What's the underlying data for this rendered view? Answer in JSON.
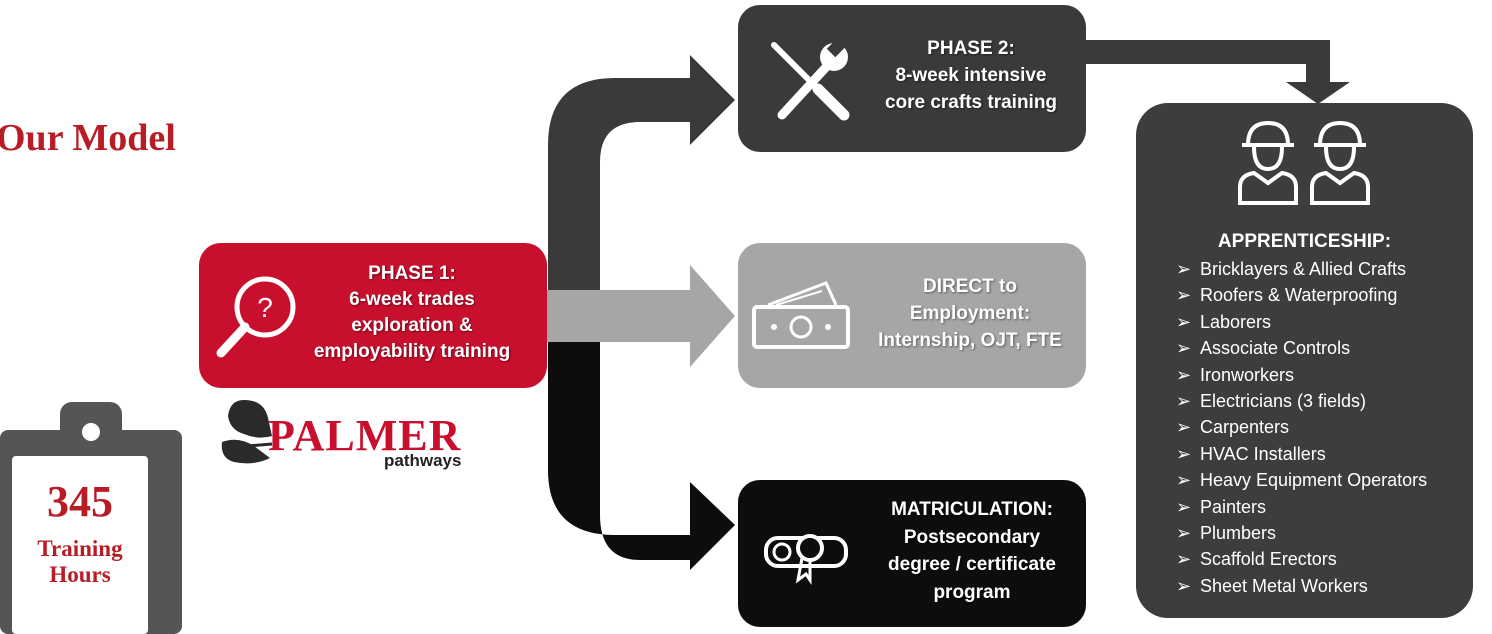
{
  "page": {
    "title": "Our Model"
  },
  "hours": {
    "value": "345",
    "label_line1": "Training",
    "label_line2": "Hours"
  },
  "phase1": {
    "line1": "PHASE 1:",
    "line2": "6-week trades",
    "line3": "exploration &",
    "line4": "employability training",
    "icon": "magnifier-question-icon"
  },
  "phase2": {
    "line1": "PHASE 2:",
    "line2": "8-week intensive",
    "line3": "core crafts training",
    "icon": "tools-icon"
  },
  "direct": {
    "line1": "DIRECT to",
    "line2": "Employment:",
    "line3": "Internship, OJT, FTE",
    "icon": "money-icon"
  },
  "matriculation": {
    "line1": "MATRICULATION:",
    "line2": "Postsecondary",
    "line3": "degree / certificate",
    "line4": "program",
    "icon": "diploma-icon"
  },
  "apprenticeship": {
    "title": "APPRENTICESHIP:",
    "icon": "workers-icon",
    "bullet": "➢",
    "items": [
      "Bricklayers & Allied Crafts",
      "Roofers & Waterproofing",
      "Laborers",
      "Associate Controls",
      "Ironworkers",
      "Electricians (3 fields)",
      "Carpenters",
      "HVAC Installers",
      "Heavy Equipment Operators",
      "Painters",
      "Plumbers",
      "Scaffold Erectors",
      "Sheet Metal Workers"
    ]
  },
  "logo": {
    "name": "PALMER",
    "sub": "pathways",
    "icon": "welder-icon"
  },
  "colors": {
    "red": "#c8102e",
    "dark": "#3a3a3a",
    "gray": "#a6a6a6",
    "black": "#0d0d0d",
    "title_red": "#b81d26"
  }
}
